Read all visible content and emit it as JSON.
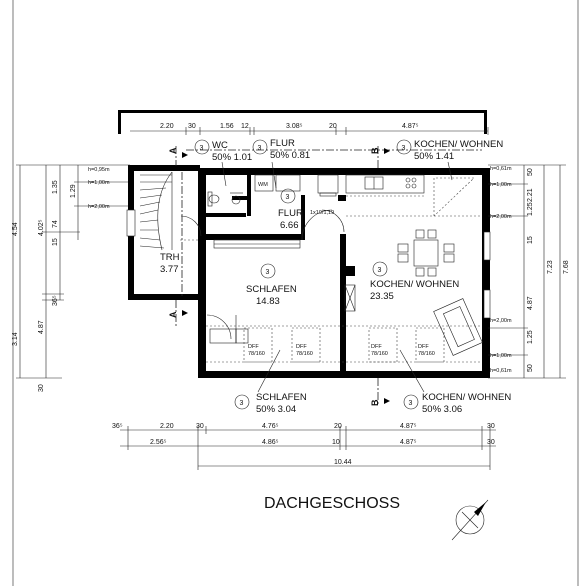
{
  "title": "DACHGESCHOSS",
  "rooms": {
    "wc": {
      "name": "WC",
      "area": "50% 1.01",
      "num": "3"
    },
    "flur_top": {
      "name": "FLUR",
      "area": "50% 0.81",
      "num": "3"
    },
    "kochen_top": {
      "name": "KOCHEN/ WOHNEN",
      "area": "50% 1.41",
      "num": "3"
    },
    "flur": {
      "name": "FLUR",
      "area": "6.66",
      "num": "3"
    },
    "trh": {
      "name": "TRH",
      "area": "3.77"
    },
    "schlafen": {
      "name": "SCHLAFEN",
      "area": "14.83",
      "num": "3"
    },
    "kochen": {
      "name": "KOCHEN/ WOHNEN",
      "area": "23.35",
      "num": "3"
    },
    "schlafen_bottom": {
      "name": "SCHLAFEN",
      "area": "50% 3.04",
      "num": "3"
    },
    "kochen_bottom": {
      "name": "KOCHEN/ WOHNEN",
      "area": "50% 3.06",
      "num": "3"
    },
    "wm": "WM",
    "door_label": "1x19/1,19"
  },
  "sections": {
    "a": "A",
    "b": "B"
  },
  "windows": [
    {
      "text": "DFF",
      "size": "78/160"
    },
    {
      "text": "DFF",
      "size": "78/160"
    },
    {
      "text": "DFF",
      "size": "78/160"
    },
    {
      "text": "DFF",
      "size": "78/160"
    }
  ],
  "dims_top": [
    "2.20",
    "30",
    "1.56",
    "12",
    "3.08⁵",
    "20",
    "4.87⁵"
  ],
  "dims_bottom1": [
    "36⁵",
    "2.20",
    "30",
    "4.76⁵",
    "20",
    "4.87⁵",
    "30"
  ],
  "dims_bottom2": [
    "2.56⁵",
    "4.86⁵",
    "10",
    "4.87⁵",
    "30"
  ],
  "dims_bottom3": [
    "10.44"
  ],
  "dims_left": [
    "4.54",
    "4.02⁵",
    "1.35",
    "1.29",
    "74",
    "15",
    "36⁵",
    "4.87",
    "3.14",
    "30"
  ],
  "dims_right": [
    "50",
    "2.21",
    "1.25",
    "15",
    "4.87",
    "7.23",
    "7.68",
    "1.25",
    "50"
  ],
  "heights_left": [
    "h=0,95m",
    "h=1,00m",
    "h=2,00m"
  ],
  "heights_right": [
    "h=0,61m",
    "h=1,00m",
    "h=2,00m",
    "h=2,00m",
    "h=1,00m",
    "h=0,61m"
  ]
}
